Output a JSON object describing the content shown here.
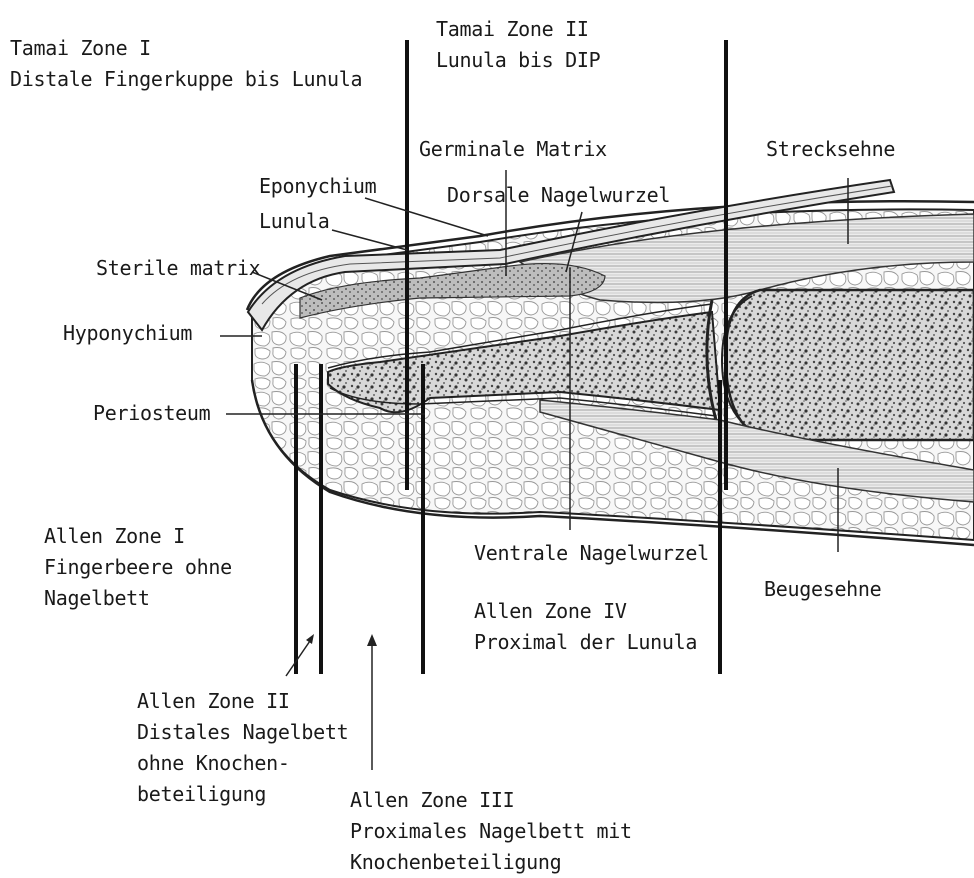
{
  "figure": {
    "tamai_zone_1": "Tamai Zone I\nDistale Fingerkuppe bis Lunula",
    "tamai_zone_2": "Tamai Zone II\nLunula bis DIP",
    "germinale_matrix": "Germinale Matrix",
    "strecksehne": "Strecksehne",
    "eponychium": "Eponychium",
    "lunula": "Lunula",
    "dorsale_nagelwurzel": "Dorsale Nagelwurzel",
    "sterile_matrix": "Sterile matrix",
    "hyponychium": "Hyponychium",
    "periosteum": "Periosteum",
    "allen_zone_1": "Allen Zone I\nFingerbeere ohne\nNagelbett",
    "ventrale_nagelwurzel": "Ventrale Nagelwurzel",
    "beugesehne": "Beugesehne",
    "allen_zone_4": "Allen Zone IV\nProximal der Lunula",
    "allen_zone_2": "Allen Zone II\nDistales Nagelbett\nohne Knochen-\nbeteiligung",
    "allen_zone_3": "Allen Zone III\nProximales Nagelbett mit\nKnochenbeteiligung"
  },
  "colors": {
    "ink": "#1a1a1a",
    "bone": "#555555",
    "tissue": "#f4f4f4"
  }
}
